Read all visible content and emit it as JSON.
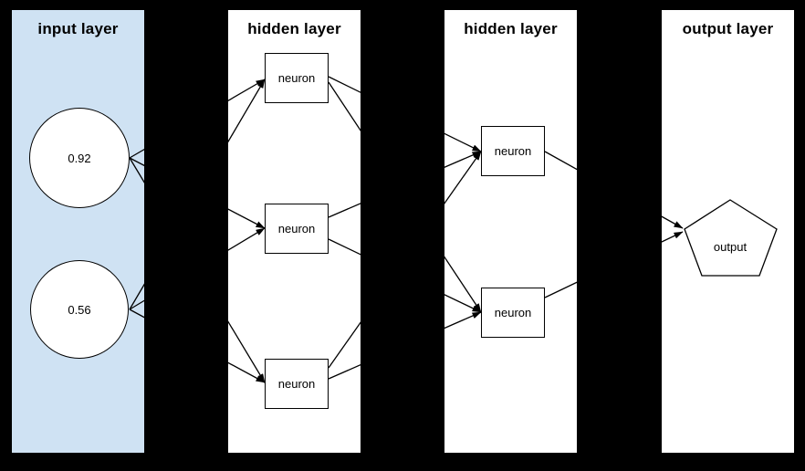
{
  "layers": [
    {
      "id": "input",
      "title": "input layer"
    },
    {
      "id": "hidden1",
      "title": "hidden layer"
    },
    {
      "id": "hidden2",
      "title": "hidden layer"
    },
    {
      "id": "output",
      "title": "output layer"
    }
  ],
  "nodes": {
    "input1": {
      "label": "0.92",
      "shape": "circle",
      "layer": "input"
    },
    "input2": {
      "label": "0.56",
      "shape": "circle",
      "layer": "input"
    },
    "h1n1": {
      "label": "neuron",
      "shape": "rect",
      "layer": "hidden1"
    },
    "h1n2": {
      "label": "neuron",
      "shape": "rect",
      "layer": "hidden1"
    },
    "h1n3": {
      "label": "neuron",
      "shape": "rect",
      "layer": "hidden1"
    },
    "h2n1": {
      "label": "neuron",
      "shape": "rect",
      "layer": "hidden2"
    },
    "h2n2": {
      "label": "neuron",
      "shape": "rect",
      "layer": "hidden2"
    },
    "output": {
      "label": "output",
      "shape": "pentagon",
      "layer": "output"
    }
  },
  "edges": [
    {
      "from": "input1",
      "to": "h1n1"
    },
    {
      "from": "input1",
      "to": "h1n2"
    },
    {
      "from": "input1",
      "to": "h1n3"
    },
    {
      "from": "input2",
      "to": "h1n1"
    },
    {
      "from": "input2",
      "to": "h1n2"
    },
    {
      "from": "input2",
      "to": "h1n3"
    },
    {
      "from": "h1n1",
      "to": "h2n1"
    },
    {
      "from": "h1n1",
      "to": "h2n2"
    },
    {
      "from": "h1n2",
      "to": "h2n1"
    },
    {
      "from": "h1n2",
      "to": "h2n2"
    },
    {
      "from": "h1n3",
      "to": "h2n1"
    },
    {
      "from": "h1n3",
      "to": "h2n2"
    },
    {
      "from": "h2n1",
      "to": "output"
    },
    {
      "from": "h2n2",
      "to": "output"
    }
  ],
  "colors": {
    "background": "#000000",
    "input_panel_fill": "#cfe2f3",
    "panel_fill": "#ffffff",
    "node_fill": "#ffffff",
    "stroke": "#000000"
  }
}
